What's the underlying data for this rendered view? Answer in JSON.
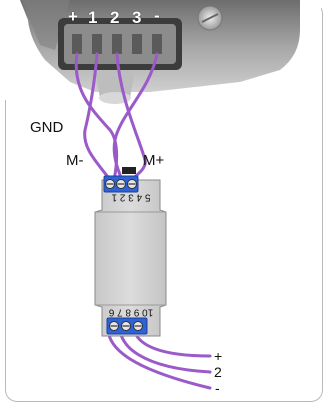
{
  "connector": {
    "pins": [
      "+",
      "1",
      "2",
      "3",
      "-"
    ]
  },
  "labels": {
    "gnd": "GND",
    "m_minus": "M-",
    "m_plus": "M+"
  },
  "module": {
    "top_terminal_numbers": "5 4 3 2 1",
    "bottom_terminal_numbers": "10 9 8 7 6"
  },
  "outputs": [
    "+",
    "2",
    "-"
  ],
  "colors": {
    "wire": "#9b59c9",
    "terminal": "#2f62d6",
    "module_body": "#d4d4d4",
    "frame_border": "#b9b9b9"
  }
}
